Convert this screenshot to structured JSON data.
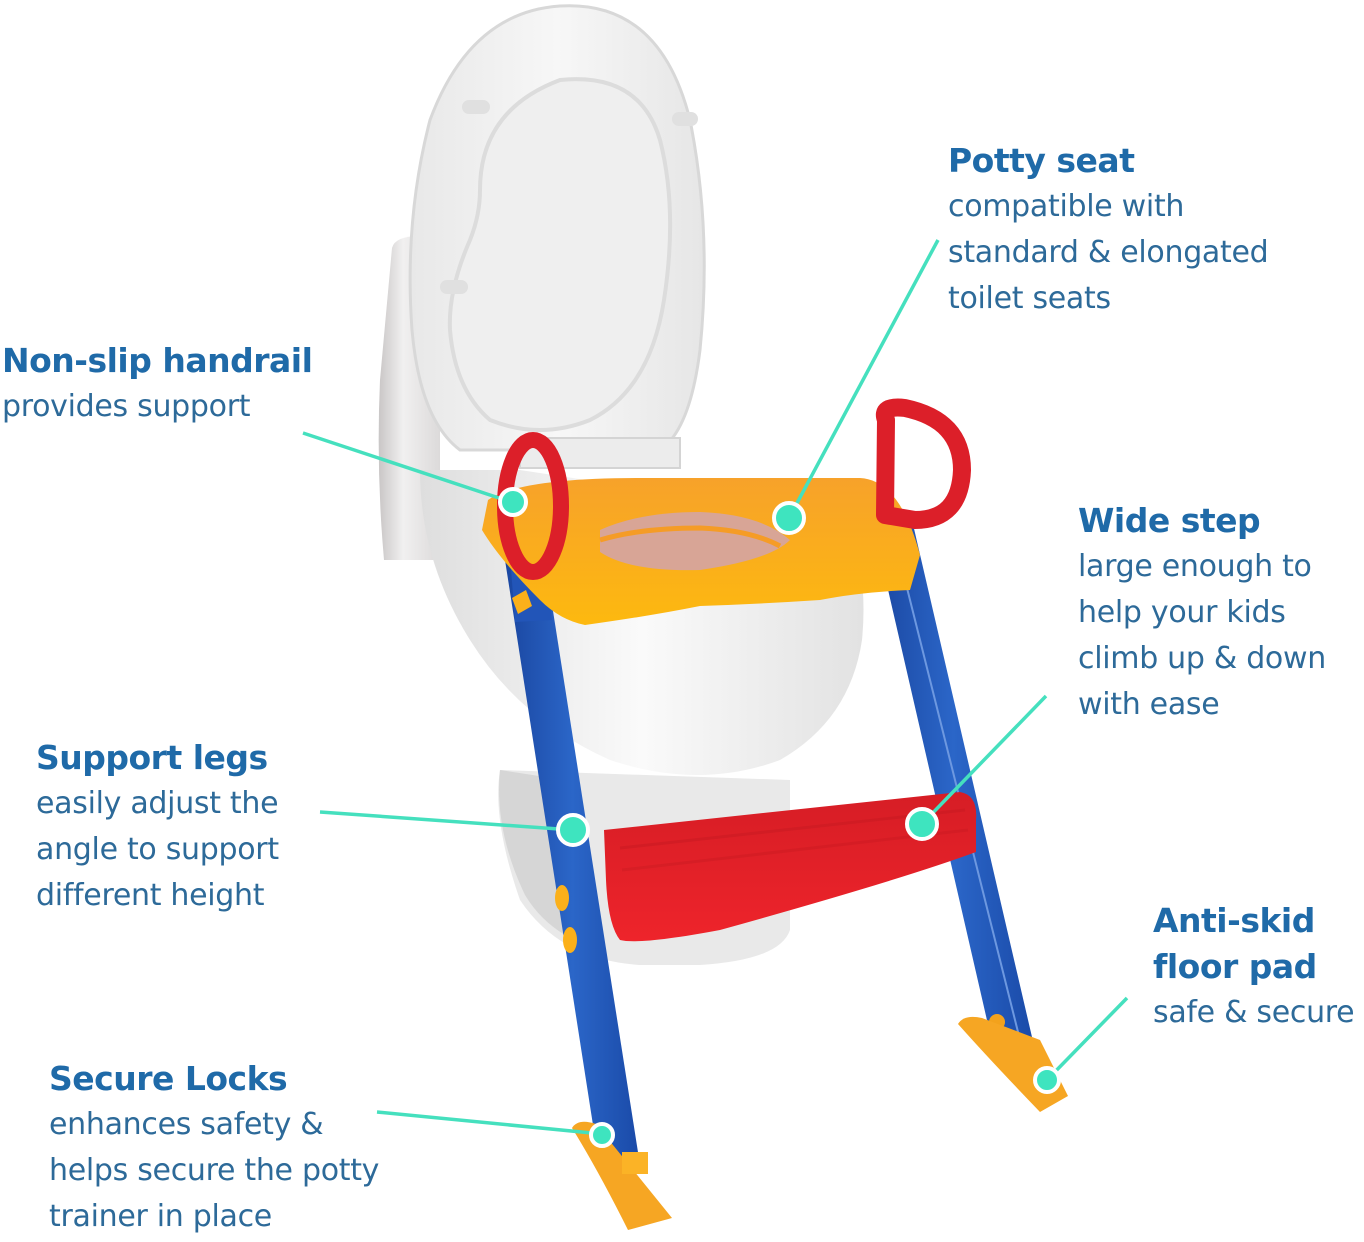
{
  "colors": {
    "title_blue": "#1f6aa8",
    "text_blue": "#2d6a99",
    "callout_line": "#45e0be",
    "dot_fill": "#3ee4bf",
    "dot_ring": "#ffffff",
    "rail_red": "#e0212b",
    "seat_orange": "#fbae1a",
    "leg_blue": "#1f55b3",
    "step_red": "#e61f26",
    "toilet_white": "#eeeeee"
  },
  "callouts": {
    "potty_seat": {
      "title": "Potty seat",
      "lines": [
        "compatible with",
        "standard & elongated",
        "toilet seats"
      ]
    },
    "handrail": {
      "title": "Non-slip handrail",
      "lines": [
        "provides support"
      ]
    },
    "wide_step": {
      "title": "Wide step",
      "lines": [
        "large enough to",
        "help your kids",
        "climb up & down",
        "with ease"
      ]
    },
    "support_legs": {
      "title": "Support legs",
      "lines": [
        "easily adjust the",
        "angle to support",
        "different height"
      ]
    },
    "floor_pad": {
      "title_lines": [
        "Anti-skid",
        "floor pad"
      ],
      "lines": [
        "safe & secure"
      ]
    },
    "secure_locks": {
      "title": "Secure Locks",
      "lines": [
        "enhances safety &",
        "helps secure the potty",
        "trainer in place"
      ]
    }
  }
}
